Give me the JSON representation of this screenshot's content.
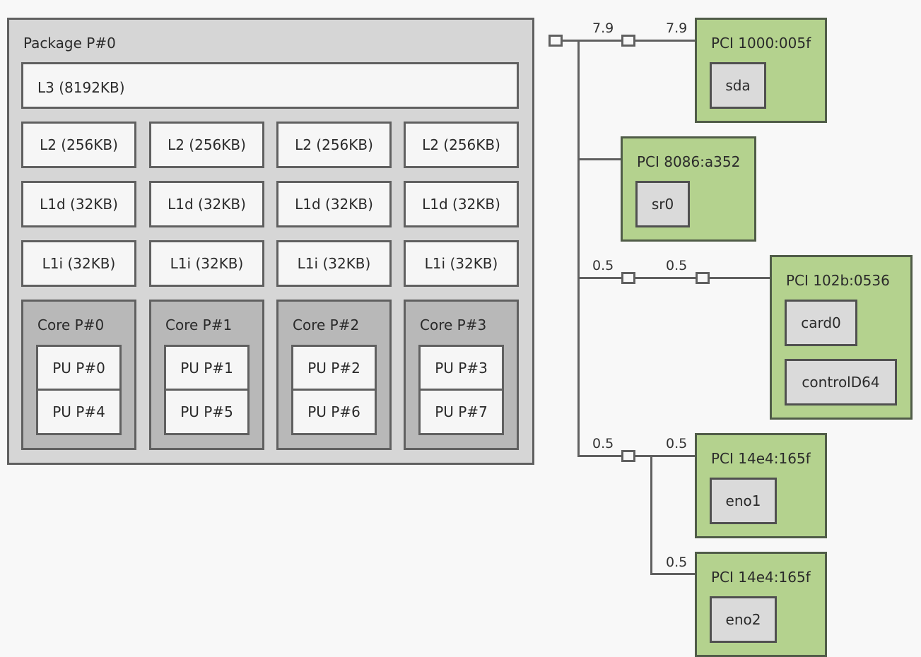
{
  "package": {
    "label": "Package P#0",
    "l3": "L3 (8192KB)",
    "l2": [
      "L2 (256KB)",
      "L2 (256KB)",
      "L2 (256KB)",
      "L2 (256KB)"
    ],
    "l1d": [
      "L1d (32KB)",
      "L1d (32KB)",
      "L1d (32KB)",
      "L1d (32KB)"
    ],
    "l1i": [
      "L1i (32KB)",
      "L1i (32KB)",
      "L1i (32KB)",
      "L1i (32KB)"
    ],
    "cores": [
      {
        "label": "Core P#0",
        "pus": [
          "PU P#0",
          "PU P#4"
        ]
      },
      {
        "label": "Core P#1",
        "pus": [
          "PU P#1",
          "PU P#5"
        ]
      },
      {
        "label": "Core P#2",
        "pus": [
          "PU P#2",
          "PU P#6"
        ]
      },
      {
        "label": "Core P#3",
        "pus": [
          "PU P#3",
          "PU P#7"
        ]
      }
    ]
  },
  "pci": {
    "bandwidths": {
      "sda_link_1": "7.9",
      "sda_link_2": "7.9",
      "vga_link_1": "0.5",
      "vga_link_2": "0.5",
      "eth_link_1": "0.5",
      "eth1_link": "0.5",
      "eth2_link": "0.5"
    },
    "devices": [
      {
        "label": "PCI 1000:005f",
        "children": [
          "sda"
        ]
      },
      {
        "label": "PCI 8086:a352",
        "children": [
          "sr0"
        ]
      },
      {
        "label": "PCI 102b:0536",
        "children": [
          "card0",
          "controlD64"
        ]
      },
      {
        "label": "PCI 14e4:165f",
        "children": [
          "eno1"
        ]
      },
      {
        "label": "PCI 14e4:165f",
        "children": [
          "eno2"
        ]
      }
    ]
  },
  "colors": {
    "package": "#d6d6d6",
    "cache": "#f6f6f6",
    "core": "#b8b8b8",
    "pci": "#b4d28e",
    "os_device": "#dadada",
    "border": "#606060"
  }
}
